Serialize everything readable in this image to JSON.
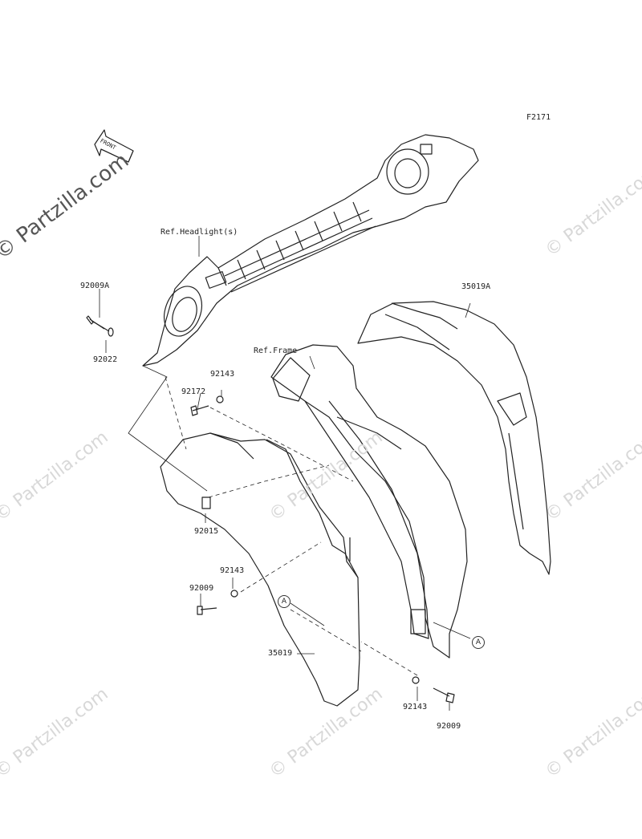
{
  "diagram_code": "F2171",
  "watermark": "© Partzilla.com",
  "front_arrow": "FRONT",
  "refs": {
    "headlight": "Ref.Headlight(s)",
    "frame": "Ref.Frame"
  },
  "parts": {
    "p92009A": "92009A",
    "p92022": "92022",
    "p92143_top": "92143",
    "p92172": "92172",
    "p92015": "92015",
    "p92143_mid": "92143",
    "p92009_mid": "92009",
    "p35019": "35019",
    "p35019A": "35019A",
    "p92143_bot": "92143",
    "p92009_bot": "92009"
  },
  "markers": {
    "a_left": "A",
    "a_right": "A"
  }
}
